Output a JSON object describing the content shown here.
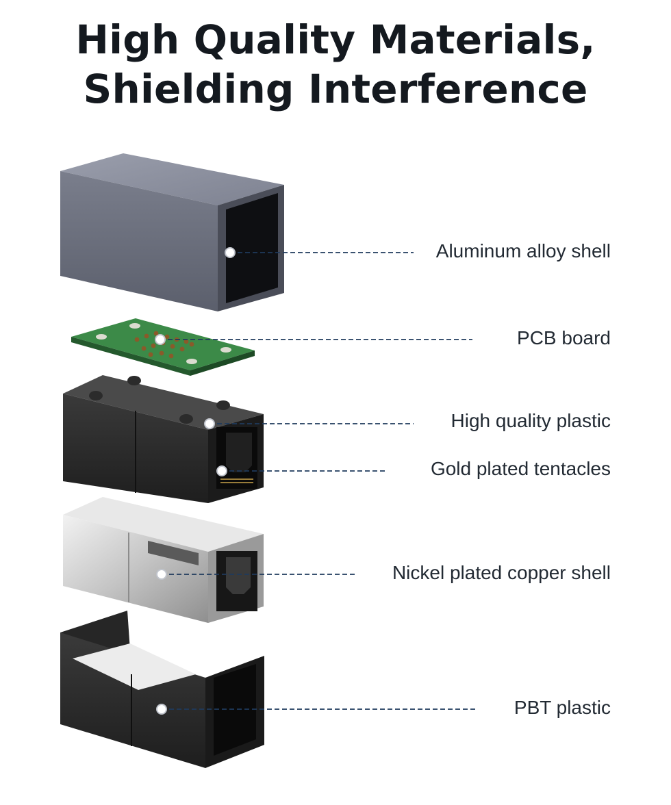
{
  "title": {
    "line1": "High Quality Materials,",
    "line2": "Shielding Interference"
  },
  "callouts": [
    {
      "id": "aluminum",
      "label": "Aluminum alloy shell"
    },
    {
      "id": "pcb",
      "label": "PCB board"
    },
    {
      "id": "plastic",
      "label": "High quality plastic"
    },
    {
      "id": "gold",
      "label": "Gold plated tentacles"
    },
    {
      "id": "nickel",
      "label": "Nickel plated copper shell"
    },
    {
      "id": "pbt",
      "label": "PBT plastic"
    }
  ],
  "colors": {
    "leader_line": "#1f3a5c",
    "title": "#14191f",
    "aluminum": "#6b6f7d",
    "pcb": "#2f7a3c",
    "plastic": "#2a2a2a",
    "nickel": "#c9c9c9"
  }
}
